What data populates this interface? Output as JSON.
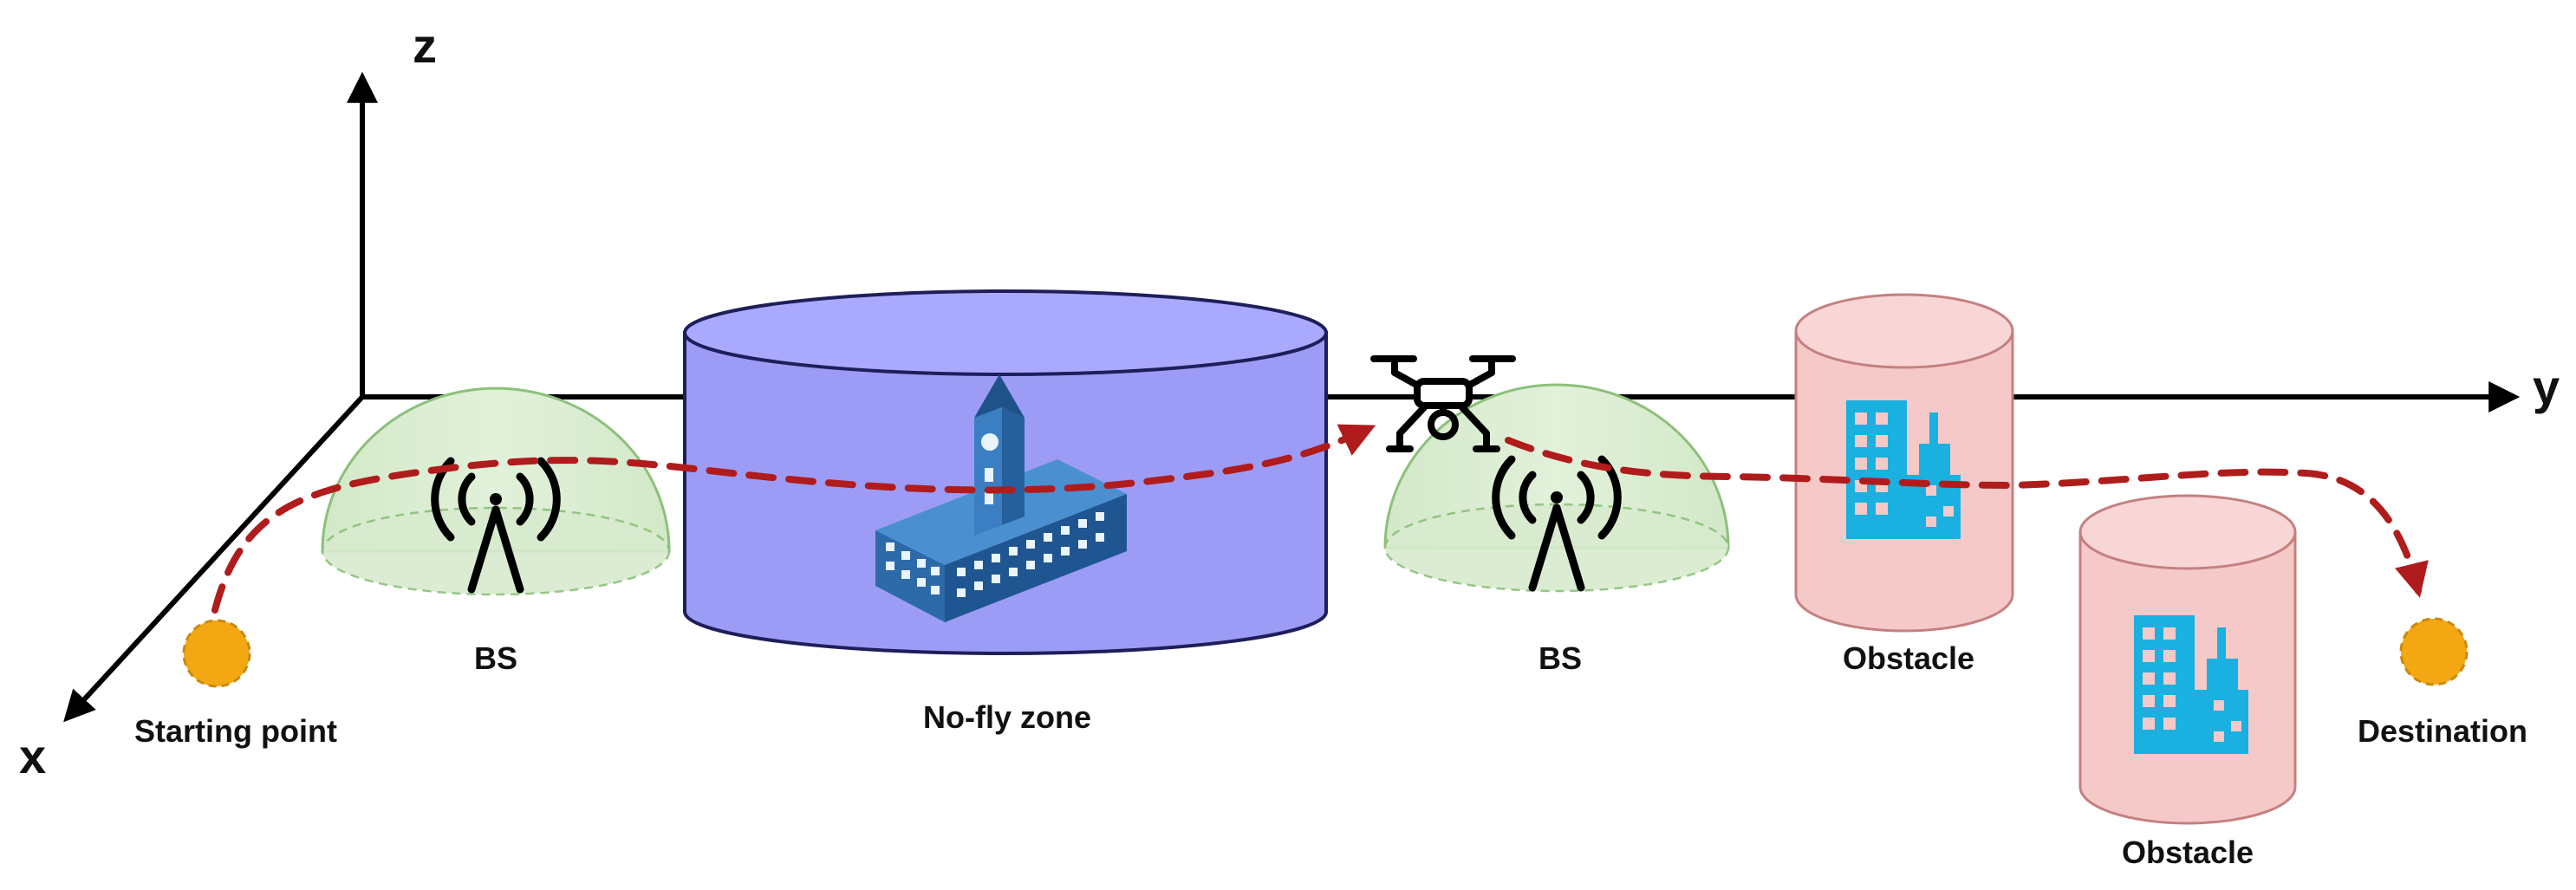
{
  "axes": {
    "x": "x",
    "y": "y",
    "z": "z"
  },
  "labels": {
    "bs_left": "BS",
    "bs_right": "BS",
    "no_fly_zone": "No-fly zone",
    "obstacle_upper": "Obstacle",
    "obstacle_lower": "Obstacle",
    "start": "Starting point",
    "destination": "Destination"
  },
  "colors": {
    "axis": "#000000",
    "path": "#b01c1c",
    "dome_fill": "#d8ebcf",
    "dome_stroke": "#8cc07a",
    "no_fly_fill": "#9c9cf6",
    "no_fly_top": "#a9a9ff",
    "obstacle_fill": "#f6c9c9",
    "obstacle_stroke": "#c48080",
    "building": "#1ab0e0",
    "marker": "#f3a712",
    "marker_stroke": "#c98a0c",
    "school": "#2a6fb3"
  },
  "icons": {
    "antenna": "antenna-icon",
    "drone": "drone-icon",
    "building": "building-icon",
    "school": "school-icon"
  }
}
